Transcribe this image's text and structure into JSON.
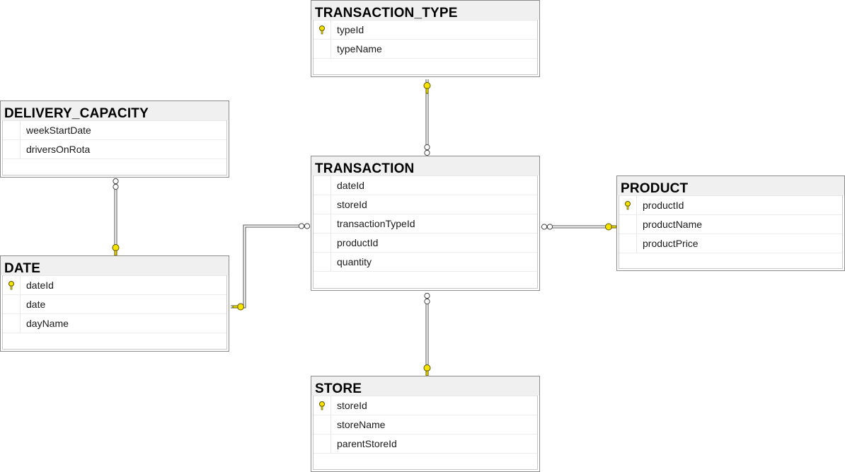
{
  "tables": {
    "transaction_type": {
      "title": "TRANSACTION_TYPE",
      "columns": [
        "typeId",
        "typeName"
      ]
    },
    "delivery_capacity": {
      "title": "DELIVERY_CAPACITY",
      "columns": [
        "weekStartDate",
        "driversOnRota"
      ]
    },
    "transaction": {
      "title": "TRANSACTION",
      "columns": [
        "dateId",
        "storeId",
        "transactionTypeId",
        "productId",
        "quantity"
      ]
    },
    "product": {
      "title": "PRODUCT",
      "columns": [
        "productId",
        "productName",
        "productPrice"
      ]
    },
    "date": {
      "title": "DATE",
      "columns": [
        "dateId",
        "date",
        "dayName"
      ]
    },
    "store": {
      "title": "STORE",
      "columns": [
        "storeId",
        "storeName",
        "parentStoreId"
      ]
    }
  },
  "colors": {
    "key": "#f5e200",
    "key_outline": "#5a5200",
    "border": "#8c8c8c",
    "header_bg": "#f0f0f0"
  }
}
